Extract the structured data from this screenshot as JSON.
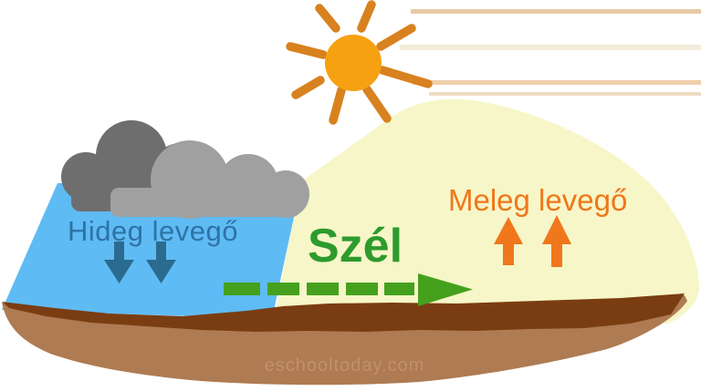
{
  "page": {
    "background": "#ffffff"
  },
  "diagram": {
    "sun": {
      "body_color": "#f6a112",
      "ray_color": "#d8811f",
      "ray_count": 8
    },
    "clouds": {
      "back_color": "#6e6e6e",
      "front_color": "#a0a0a0",
      "count": 2
    },
    "cold_air": {
      "label": "Hideg levegő",
      "label_color": "#2e73a6",
      "region_color": "#5fbbf3",
      "arrow_color": "#2b6b8f",
      "arrow_direction": "down",
      "arrow_count": 2
    },
    "wind": {
      "label": "Szél",
      "label_color": "#2d9b2d",
      "arrow_color": "#45a11d",
      "arrow_style": "dashed",
      "arrow_direction": "right"
    },
    "warm_air": {
      "label": "Meleg levegő",
      "label_color": "#ef771a",
      "region_color": "#f7f6c8",
      "arrow_color": "#f0771b",
      "arrow_direction": "up",
      "arrow_count": 2
    },
    "ground": {
      "top_soil_color": "#7a3d11",
      "soil_color": "#ae7b52"
    },
    "watermark": {
      "text": "eschooltoday.com",
      "color": "#c4916f"
    }
  }
}
